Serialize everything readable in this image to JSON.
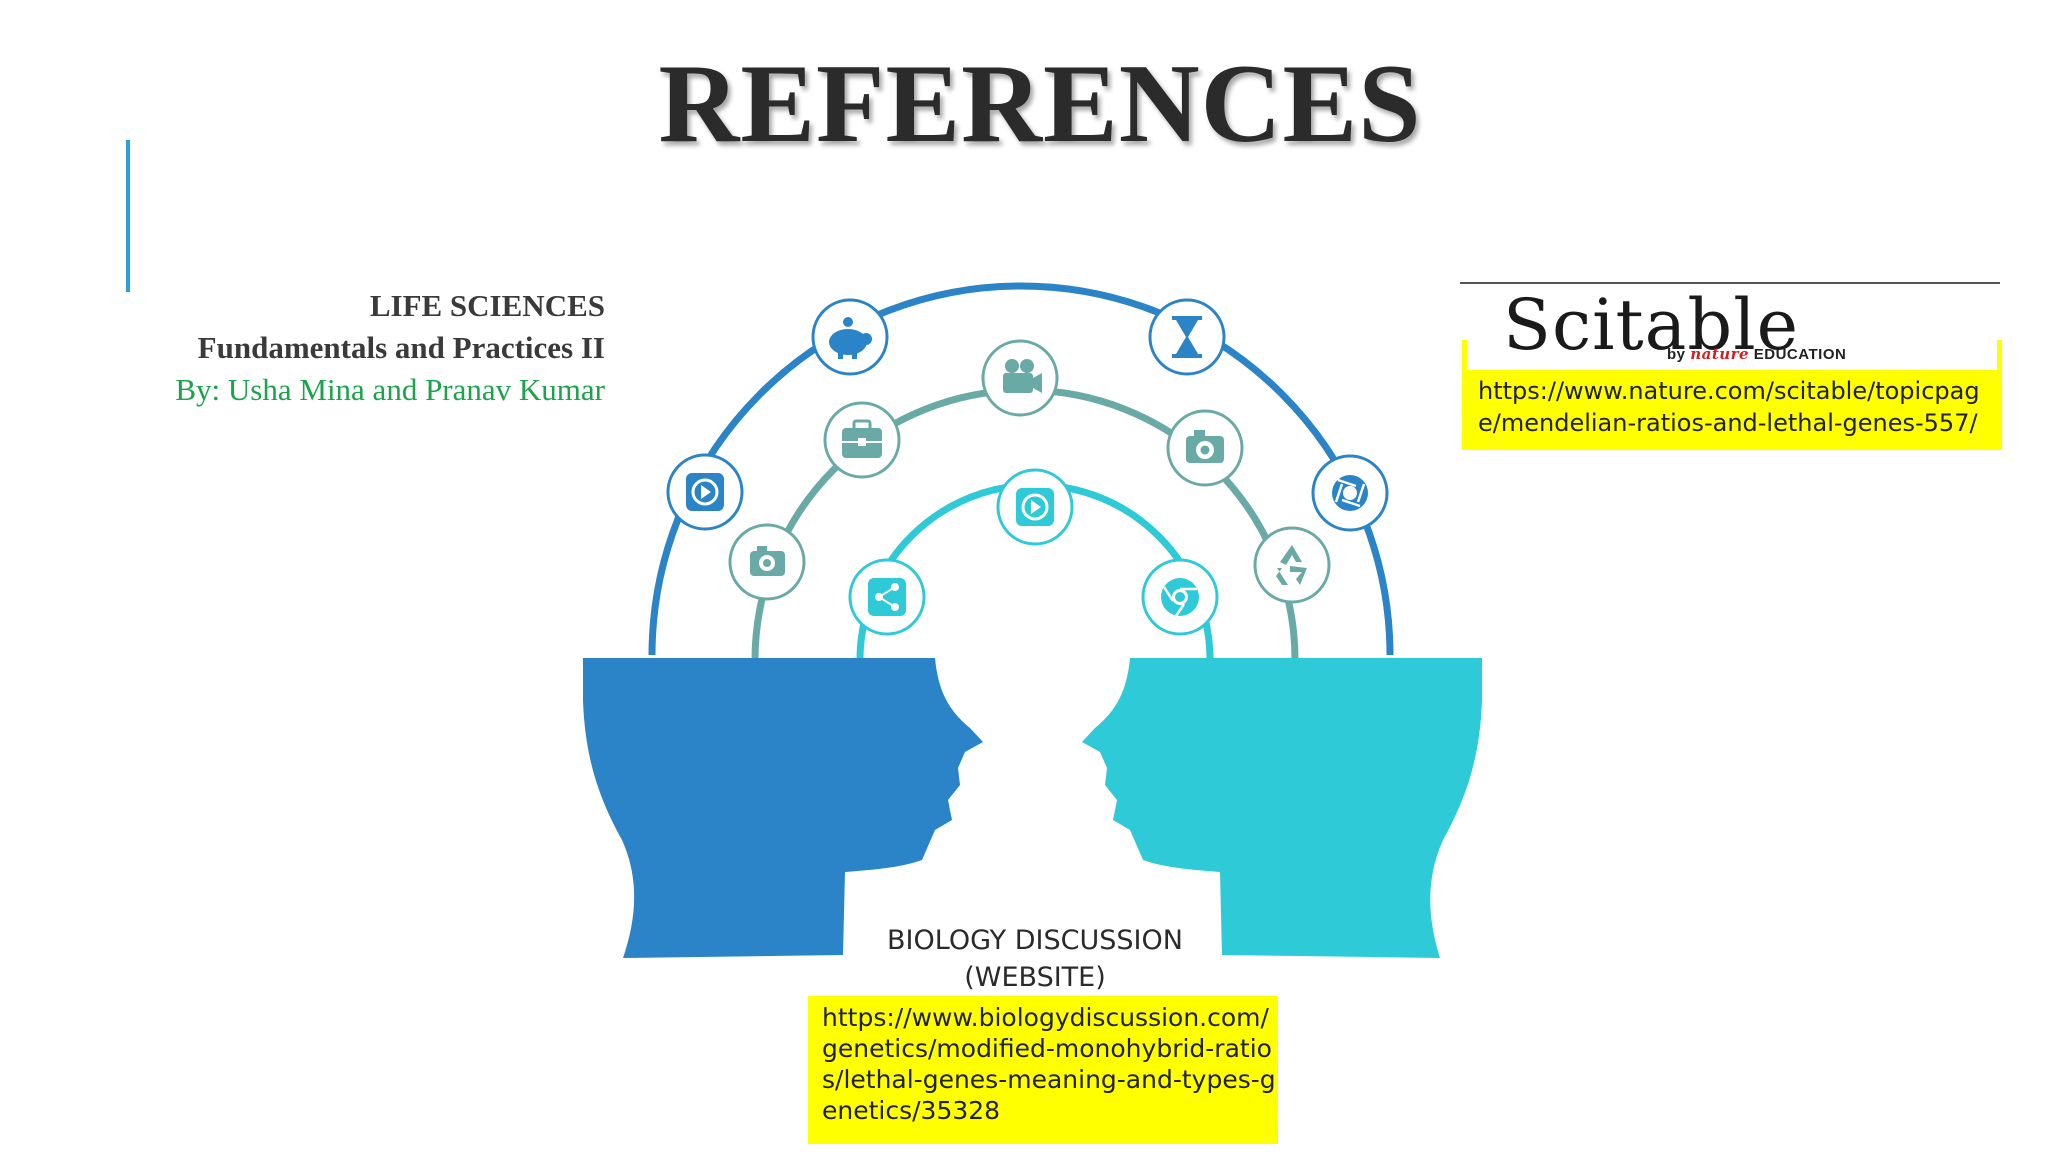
{
  "slide": {
    "title": "REFERENCES"
  },
  "book": {
    "line1": "LIFE SCIENCES",
    "line2": "Fundamentals and Practices II",
    "line3": "By: Usha Mina and Pranav Kumar"
  },
  "scitable": {
    "logo_word": "Scitable",
    "logo_by": "by ",
    "logo_nature": "nature",
    "logo_education": " EDUCATION",
    "url": "https://www.nature.com/scitable/topicpage/mendelian-ratios-and-lethal-genes-557/"
  },
  "biology_discussion": {
    "title_line1": "BIOLOGY DISCUSSION",
    "title_line2": "(WEBSITE)",
    "url": "https://www.biologydiscussion.com/genetics/modified-monohybrid-ratios/lethal-genes-meaning-and-types-genetics/35328"
  },
  "colors": {
    "dark_blue": "#2a84c7",
    "teal": "#6aaaa6",
    "cyan": "#2ecad8",
    "highlight": "#ffff00",
    "green_text": "#1aa34a"
  },
  "icons": {
    "outer": [
      "play-icon",
      "piggy-bank-icon",
      "hourglass-icon",
      "aperture-icon"
    ],
    "middle": [
      "camera-icon",
      "briefcase-icon",
      "film-camera-icon",
      "camera-icon",
      "recycle-icon"
    ],
    "inner": [
      "share-icon",
      "play-icon",
      "chrome-icon"
    ]
  }
}
